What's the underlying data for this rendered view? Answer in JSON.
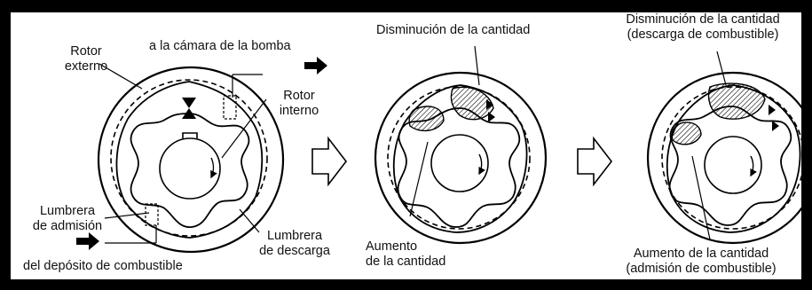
{
  "labels": {
    "outer_rotor": "Rotor\nexterno",
    "to_pump_chamber": "a la cámara de la bomba",
    "inner_rotor": "Rotor\ninterno",
    "intake_port": "Lumbrera\nde admisión",
    "from_tank": "del depósito de combustible",
    "discharge_port": "Lumbrera\nde descarga",
    "decrease_1": "Disminución de la cantidad",
    "increase_1": "Aumento\nde la cantidad",
    "decrease_2": "Disminución de la cantidad\n(descarga de combustible)",
    "increase_2": "Aumento de la cantidad\n(admisión de combustible)"
  }
}
